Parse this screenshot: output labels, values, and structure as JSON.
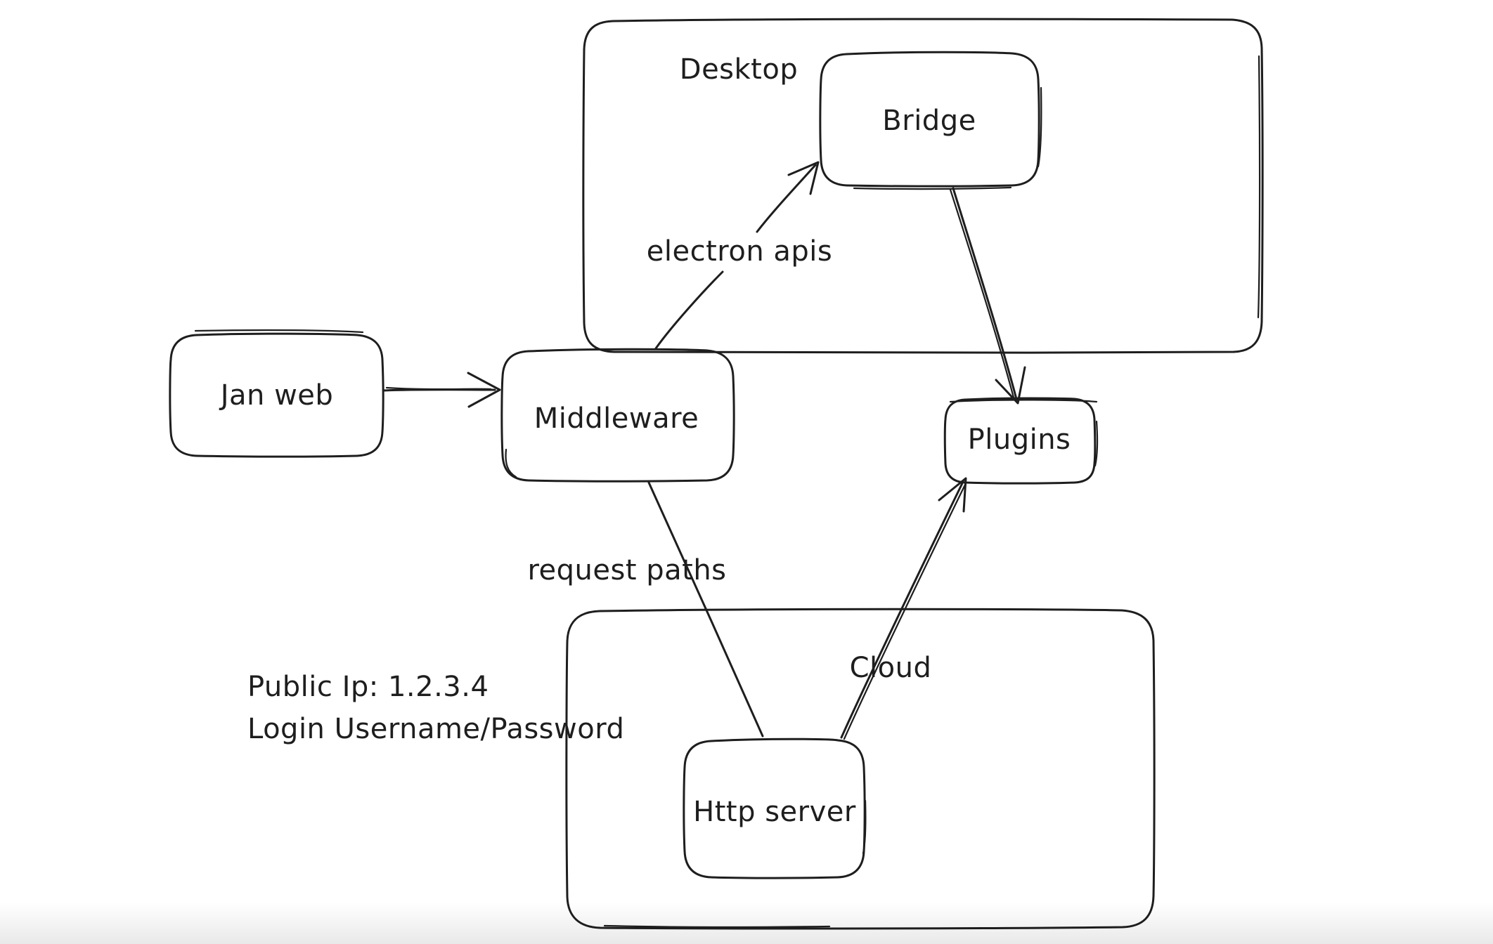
{
  "canvas": {
    "background": "#ffffff",
    "stroke_color": "#1e1e1e"
  },
  "containers": {
    "desktop": {
      "label": "Desktop"
    },
    "cloud": {
      "label": "Cloud"
    }
  },
  "nodes": {
    "jan_web": {
      "label": "Jan web"
    },
    "middleware": {
      "label": "Middleware"
    },
    "bridge": {
      "label": "Bridge"
    },
    "plugins": {
      "label": "Plugins"
    },
    "http_server": {
      "label": "Http server"
    }
  },
  "edges": [
    {
      "from": "Jan web",
      "to": "Middleware",
      "label": ""
    },
    {
      "from": "Middleware",
      "to": "Bridge",
      "label": "electron apis"
    },
    {
      "from": "Bridge",
      "to": "Plugins",
      "label": ""
    },
    {
      "from": "Middleware",
      "to": "Http server",
      "label": "request paths"
    },
    {
      "from": "Http server",
      "to": "Plugins",
      "label": ""
    }
  ],
  "annotations": {
    "public_ip": "Public Ip: 1.2.3.4",
    "login": "Login Username/Password"
  }
}
